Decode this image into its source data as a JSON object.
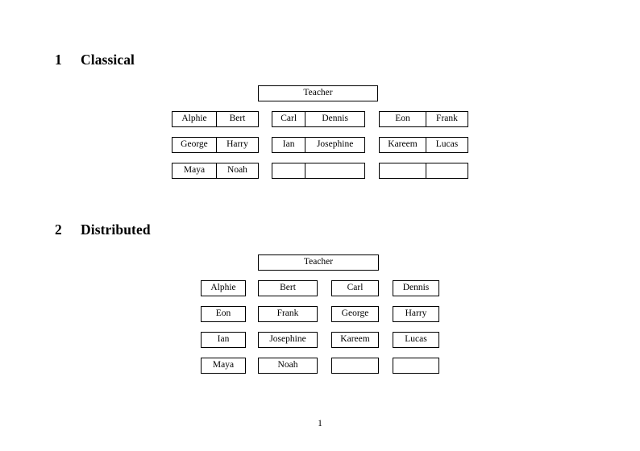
{
  "document": {
    "page_number": "1"
  },
  "sections": [
    {
      "number": "1",
      "title": "Classical",
      "teacher": {
        "label": "Teacher"
      },
      "groups": [
        {
          "rows": [
            [
              "Alphie",
              "Bert"
            ],
            [
              "George",
              "Harry"
            ],
            [
              "Maya",
              "Noah"
            ]
          ]
        },
        {
          "rows": [
            [
              "Carl",
              "Dennis"
            ],
            [
              "Ian",
              "Josephine"
            ],
            [
              "",
              ""
            ]
          ]
        },
        {
          "rows": [
            [
              "Eon",
              "Frank"
            ],
            [
              "Kareem",
              "Lucas"
            ],
            [
              "",
              ""
            ]
          ]
        }
      ]
    },
    {
      "number": "2",
      "title": "Distributed",
      "teacher": {
        "label": "Teacher"
      },
      "rows": [
        [
          "Alphie",
          "Bert",
          "Carl",
          "Dennis"
        ],
        [
          "Eon",
          "Frank",
          "George",
          "Harry"
        ],
        [
          "Ian",
          "Josephine",
          "Kareem",
          "Lucas"
        ],
        [
          "Maya",
          "Noah",
          "",
          ""
        ]
      ]
    }
  ]
}
